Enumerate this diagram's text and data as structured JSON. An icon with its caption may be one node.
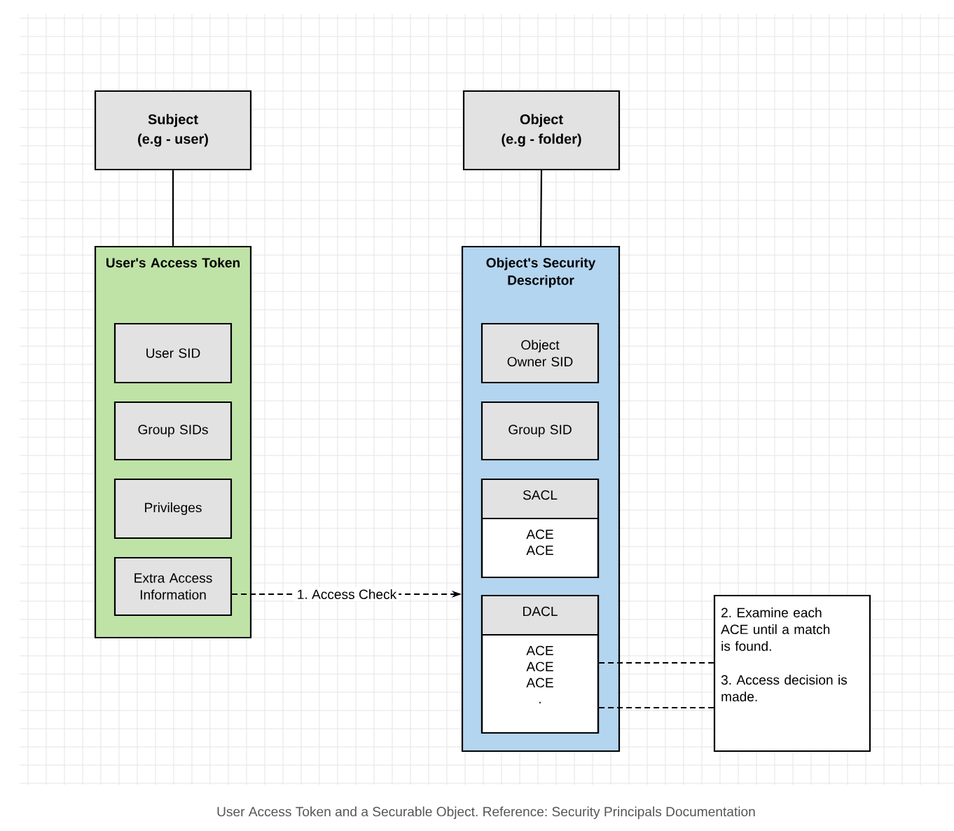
{
  "diagram": {
    "caption": "User Access Token and a Securable Object. Reference: Security Principals Documentation",
    "nodes": [
      {
        "text": [
          "Subject",
          "(e.g - user)"
        ]
      },
      {
        "text": [
          "Object",
          "(e.g - folder)"
        ]
      },
      {
        "text": [
          "User's Access Token"
        ]
      },
      {
        "text": [
          "User SID"
        ],
        "in": 2
      },
      {
        "text": [
          "Group SIDs"
        ],
        "in": 2
      },
      {
        "text": [
          "Privileges"
        ],
        "in": 2
      },
      {
        "text": [
          "Extra Access Information"
        ],
        "in": 2
      },
      {
        "text": [
          "Object's Security Descriptor"
        ]
      },
      {
        "text": [
          "Object Owner SID"
        ],
        "in": 7
      },
      {
        "text": [
          "Group SID"
        ],
        "in": 7
      },
      {
        "text": [
          "SACL",
          "ACE ACE"
        ],
        "in": 7
      },
      {
        "text": [
          "DACL",
          "ACE ACE ACE ."
        ],
        "in": 7
      },
      {
        "text": [
          "2. Examine each ACE until a match is found.",
          "3. Access decision is made."
        ]
      }
    ],
    "edges": [
      {
        "from": 0,
        "to": 2,
        "arrow": "none"
      },
      {
        "from": 1,
        "to": 7,
        "arrow": "none"
      },
      {
        "from": 6,
        "to": 7,
        "arrow": "to",
        "label": "1. Access Check",
        "style": "dashed"
      },
      {
        "from": 11,
        "to": 12,
        "arrow": "none",
        "style": "dashed"
      },
      {
        "from": 11,
        "to": 12,
        "arrow": "none",
        "style": "dashed"
      }
    ]
  }
}
